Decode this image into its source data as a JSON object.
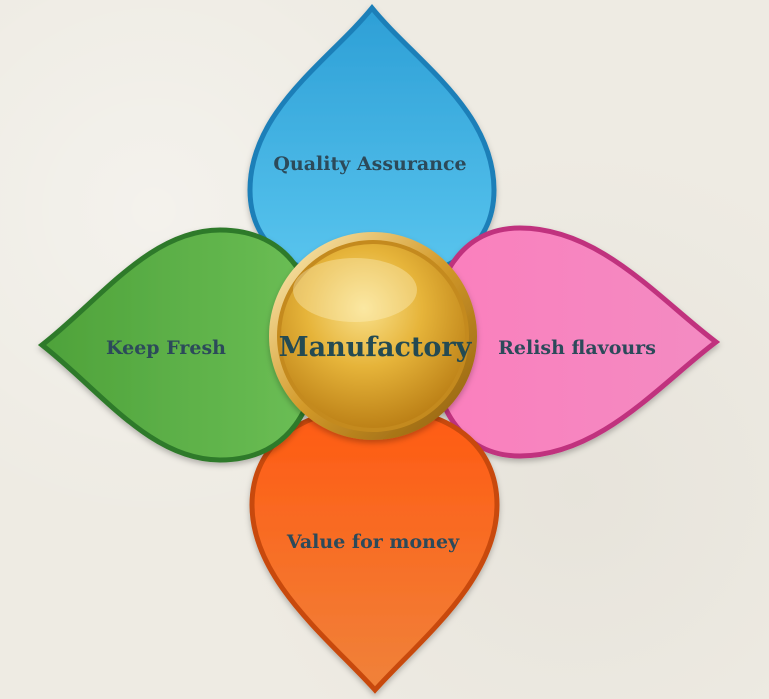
{
  "diagram": {
    "center": {
      "label": "Manufactory",
      "color": "#e0a72c"
    },
    "petals": [
      {
        "id": "top",
        "label": "Quality Assurance",
        "color": "#3fb0e0",
        "edge_color": "#1f7fb8"
      },
      {
        "id": "right",
        "label": "Relish flavours",
        "color": "#f57ab8",
        "edge_color": "#c0307e"
      },
      {
        "id": "bottom",
        "label": "Value for money",
        "color": "#f2671c",
        "edge_color": "#c84a0c"
      },
      {
        "id": "left",
        "label": "Keep Fresh",
        "color": "#5cab46",
        "edge_color": "#2f7a2a"
      }
    ]
  }
}
